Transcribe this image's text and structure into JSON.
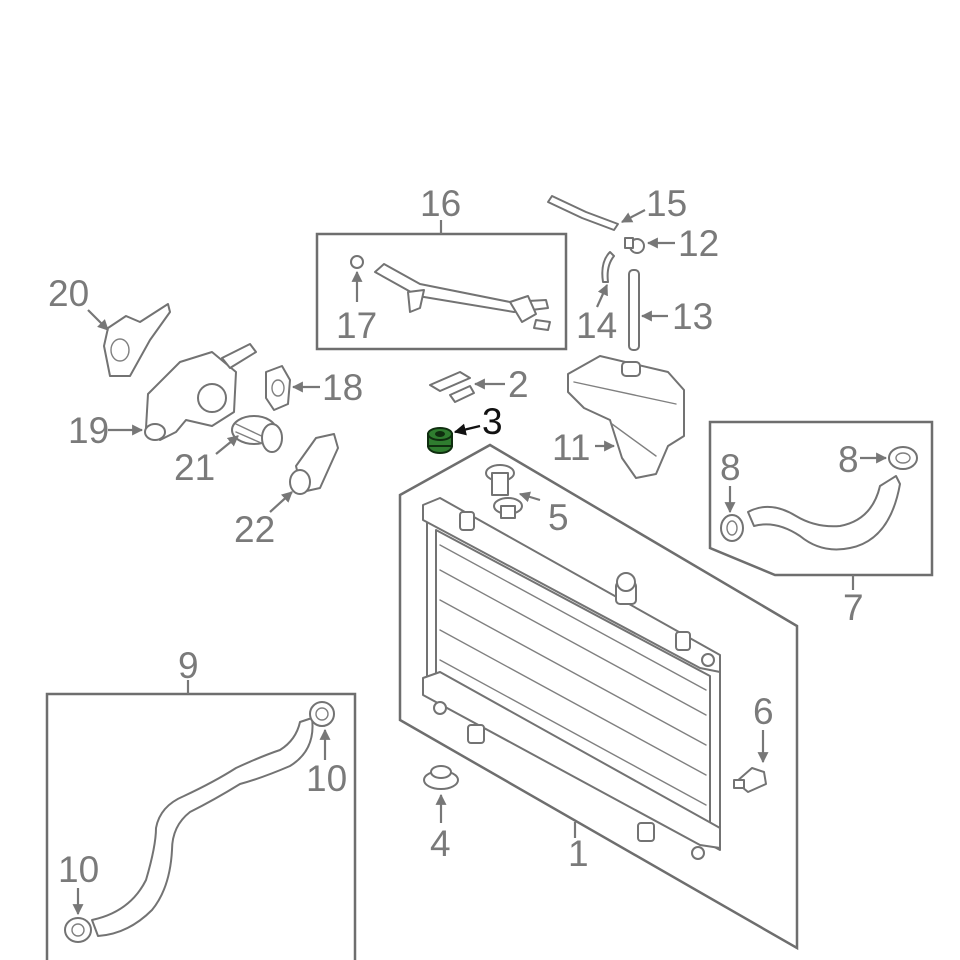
{
  "callouts": {
    "c1": "1",
    "c2": "2",
    "c3": "3",
    "c4": "4",
    "c5": "5",
    "c6": "6",
    "c7": "7",
    "c8a": "8",
    "c8b": "8",
    "c9": "9",
    "c10a": "10",
    "c10b": "10",
    "c11": "11",
    "c12": "12",
    "c13": "13",
    "c14": "14",
    "c15": "15",
    "c16": "16",
    "c17": "17",
    "c18": "18",
    "c19": "19",
    "c20": "20",
    "c21": "21",
    "c22": "22"
  },
  "highlight": {
    "part": "3",
    "color": "#2f7d2f"
  }
}
